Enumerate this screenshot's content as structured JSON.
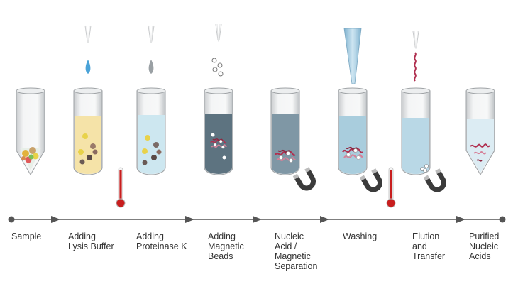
{
  "steps": [
    {
      "label": "Sample"
    },
    {
      "label": "Adding\nLysis Buffer"
    },
    {
      "label": "Adding\nProteinase K"
    },
    {
      "label": "Adding\nMagnetic\nBeads"
    },
    {
      "label": "Nucleic\nAcid /\nMagnetic\nSeparation"
    },
    {
      "label": "Washing"
    },
    {
      "label": "Elution\nand\nTransfer"
    },
    {
      "label": "Purified\nNucleic\nAcids"
    }
  ],
  "colors": {
    "timeline": "#555555",
    "lysis_buffer": "#f5e3a8",
    "proteinase": "#cde7f0",
    "magnetic": "#5d7380",
    "separation": "#7f97a5",
    "washing": "#a9cddd",
    "elution": "#b9d8e6",
    "purified": "#dcecf3",
    "thermometer": "#c81e1e",
    "droplet_blue": "#4aa3d8",
    "droplet_grey": "#9aa0a4",
    "nucleic": "#b03050"
  },
  "icons": [
    "pipette-icon",
    "droplet-icon",
    "magnetic-bead-icon",
    "magnet-icon",
    "thermometer-icon",
    "arrow-icon"
  ]
}
